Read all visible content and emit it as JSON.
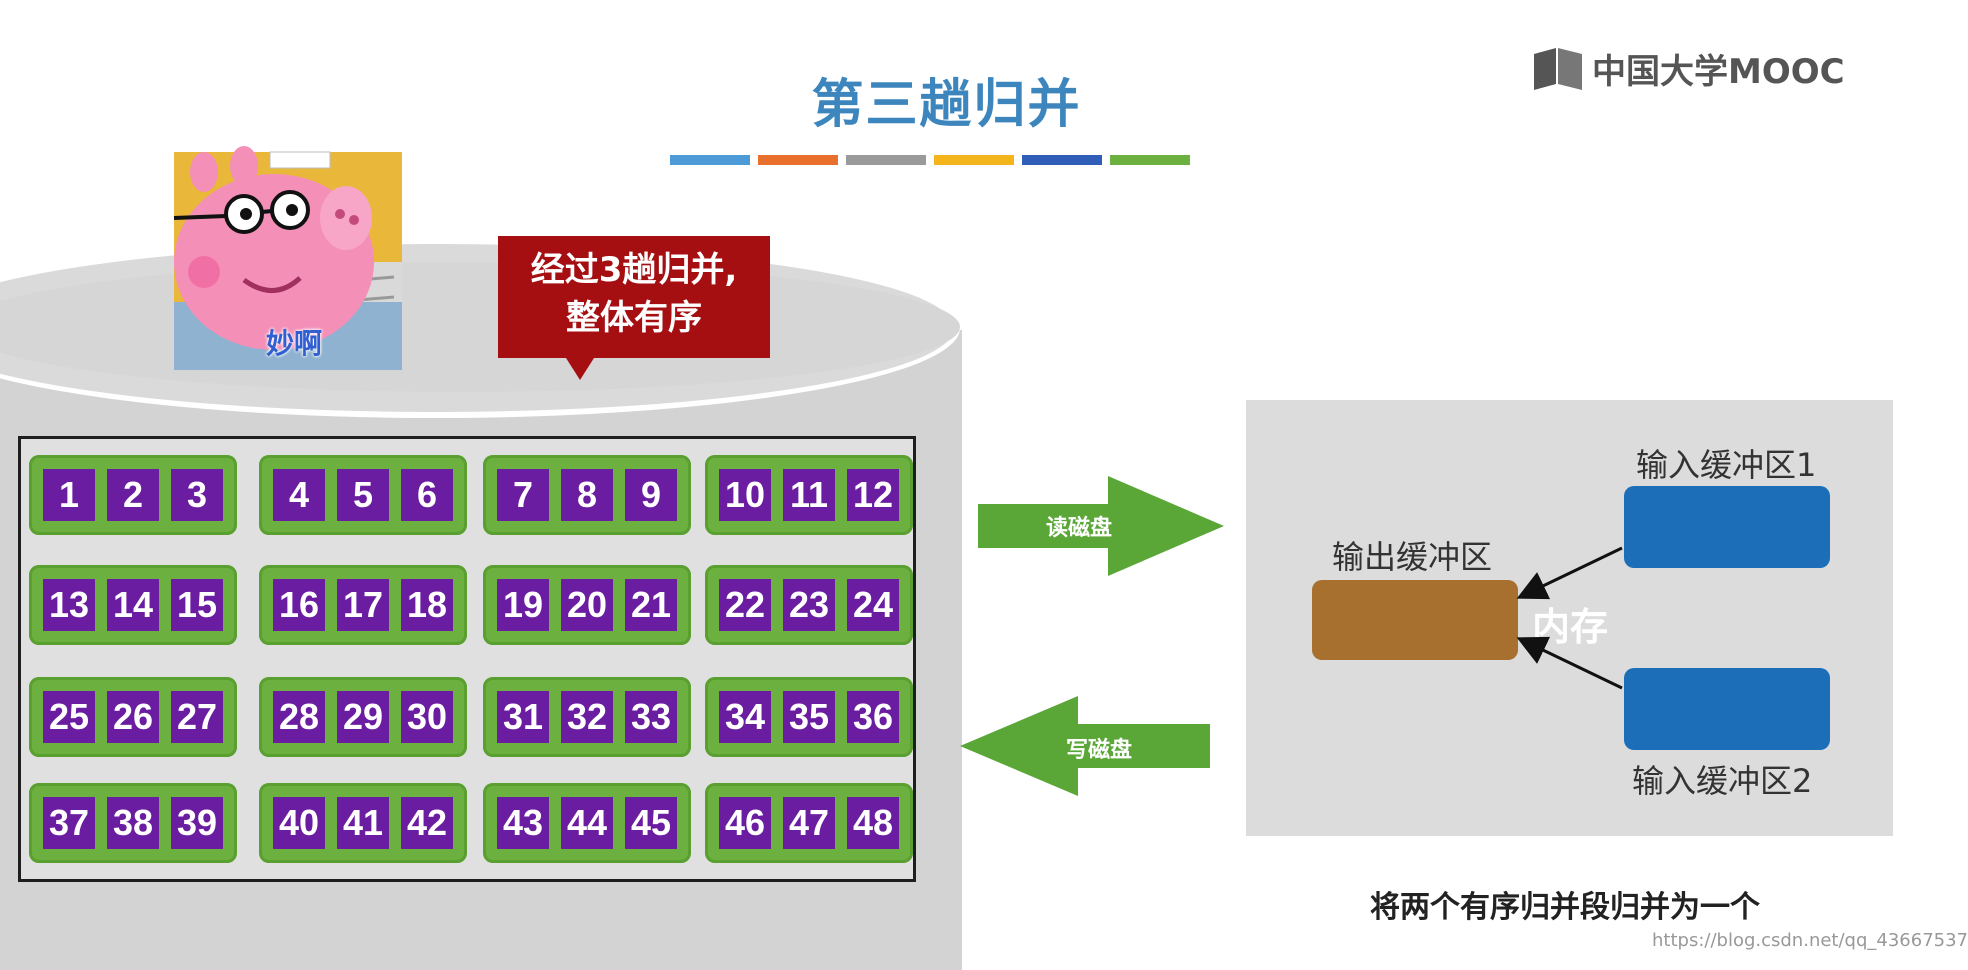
{
  "title": "第三趟归并",
  "logo": {
    "text": "中国大学MOOC"
  },
  "color_bar": [
    "#4d9bd6",
    "#e86f2c",
    "#9a9a9a",
    "#f3b51b",
    "#2f5db8",
    "#6cb03f"
  ],
  "peppa_caption": "妙啊",
  "callout": {
    "line1": "经过3趟归并,",
    "line2": "整体有序"
  },
  "groups": [
    [
      "1",
      "2",
      "3"
    ],
    [
      "4",
      "5",
      "6"
    ],
    [
      "7",
      "8",
      "9"
    ],
    [
      "10",
      "11",
      "12"
    ],
    [
      "13",
      "14",
      "15"
    ],
    [
      "16",
      "17",
      "18"
    ],
    [
      "19",
      "20",
      "21"
    ],
    [
      "22",
      "23",
      "24"
    ],
    [
      "25",
      "26",
      "27"
    ],
    [
      "28",
      "29",
      "30"
    ],
    [
      "31",
      "32",
      "33"
    ],
    [
      "34",
      "35",
      "36"
    ],
    [
      "37",
      "38",
      "39"
    ],
    [
      "40",
      "41",
      "42"
    ],
    [
      "43",
      "44",
      "45"
    ],
    [
      "46",
      "47",
      "48"
    ]
  ],
  "arrows": {
    "read": "读磁盘",
    "write": "写磁盘"
  },
  "memory": {
    "label": "内存",
    "output_buffer": "输出缓冲区",
    "input_buffer_1": "输入缓冲区1",
    "input_buffer_2": "输入缓冲区2"
  },
  "colors": {
    "group_green": "#6cb03f",
    "cell_purple": "#6a1da0",
    "callout_red": "#a50f12",
    "input_blue": "#1d6eb9",
    "output_brown": "#a8702e",
    "arrow_green": "#5aa738"
  },
  "caption": "将两个有序归并段归并为一个",
  "watermark": "https://blog.csdn.net/qq_43667537"
}
